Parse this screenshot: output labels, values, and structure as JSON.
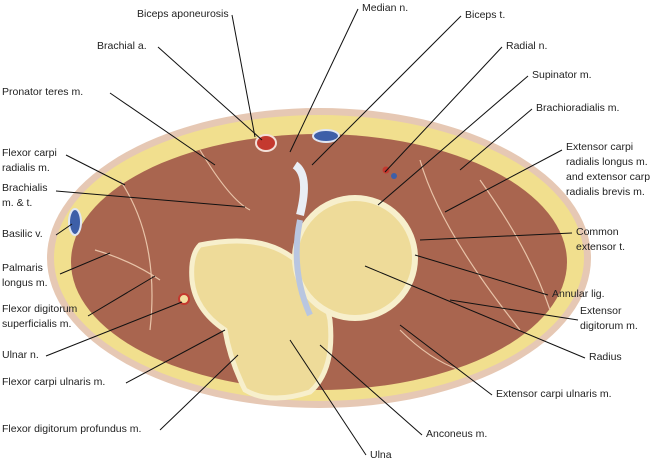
{
  "title": "Cross section of the forearm at the level of the elbow",
  "colors": {
    "skin": "#e6c8b4",
    "fat": "#f1df8e",
    "muscle": "#a9654f",
    "bone": "#eedb99",
    "cortex": "#f7efcc",
    "artery": "#c4392f",
    "vein": "#3d5fa8",
    "line": "#111111"
  },
  "labels": {
    "biceps_aponeurosis": "Biceps aponeurosis",
    "brachial_a": "Brachial a.",
    "pronator_teres": "Pronator teres m.",
    "flexor_carpi_radialis": "Flexor carpi\nradialis m.",
    "brachialis": "Brachialis\nm. & t.",
    "basilic_v": "Basilic v.",
    "palmaris_longus": "Palmaris\nlongus m.",
    "fds": "Flexor digitorum\nsuperficialis m.",
    "ulnar_n": "Ulnar n.",
    "fcu": "Flexor carpi ulnaris m.",
    "fdp": "Flexor digitorum profundus m.",
    "median_n": "Median n.",
    "biceps_t": "Biceps t.",
    "radial_n": "Radial n.",
    "supinator": "Supinator m.",
    "brachioradialis": "Brachioradialis m.",
    "ecr": "Extensor carpi\nradialis longus m.\nand extensor carpi\nradialis brevis m.",
    "common_ext": "Common\nextensor t.",
    "annular_lig": "Annular lig.",
    "ext_digitorum": "Extensor\ndigitorum m.",
    "radius": "Radius",
    "ecu": "Extensor carpi ulnaris m.",
    "anconeus": "Anconeus m.",
    "ulna": "Ulna"
  }
}
